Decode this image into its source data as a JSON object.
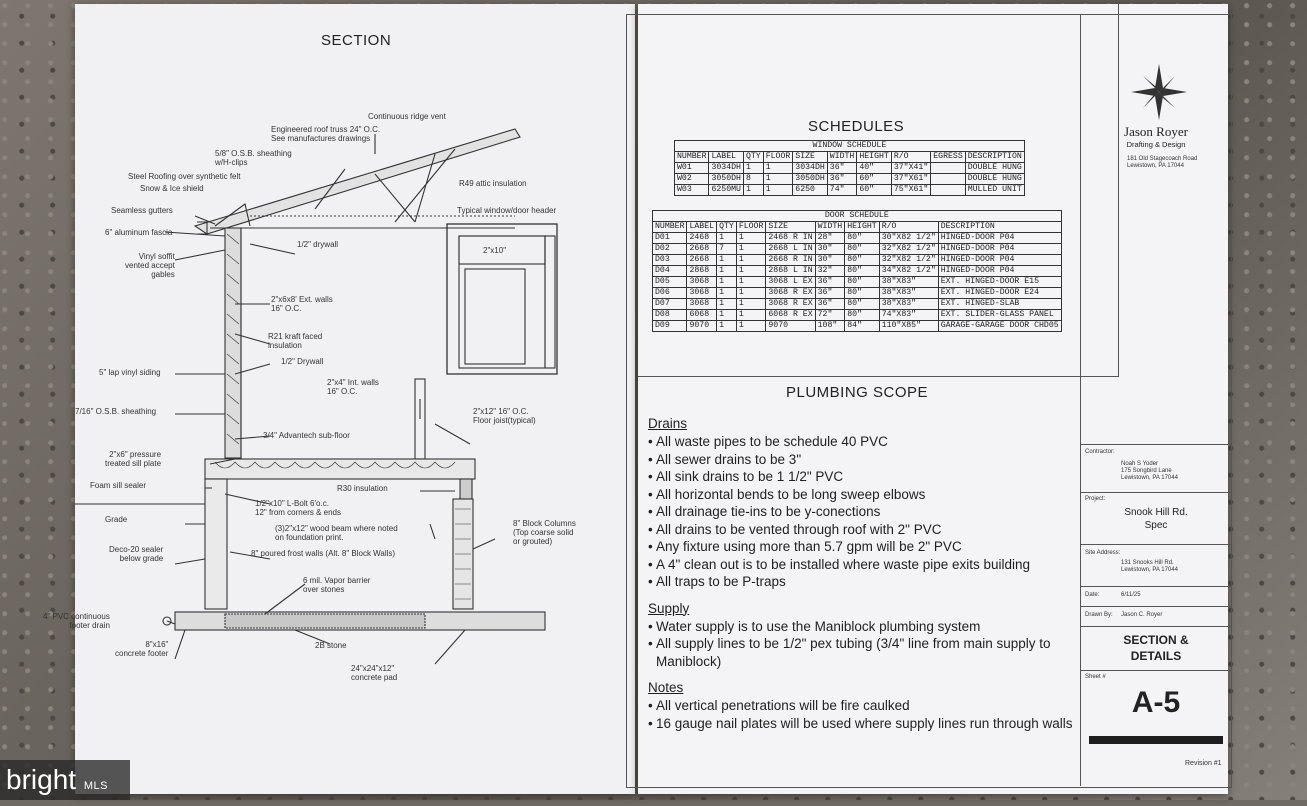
{
  "left": {
    "title": "SECTION",
    "labels": {
      "ridge_vent": "Continuous ridge vent",
      "truss": "Engineered roof truss 24\" O.C.\nSee manufactures drawings",
      "osb_sheathing": "5/8\" O.S.B. sheathing\nw/H-clips",
      "steel_roofing": "Steel Roofing over synthetic felt",
      "snow_ice": "Snow & Ice shield",
      "r49": "R49 attic insulation",
      "gutters": "Seamless gutters",
      "fascia": "6\" aluminum fascia",
      "drywall_ceiling": "1/2\" drywall",
      "soffit": "Vinyl soffit\nvented accept\ngables",
      "ext_walls": "2\"x6x8' Ext. walls\n16\" O.C.",
      "r21": "R21 kraft faced\ninsulation",
      "drywall_wall": "1/2\" Drywall",
      "siding": "5\" lap vinyl siding",
      "int_walls": "2\"x4\" Int. walls\n16\" O.C.",
      "osb_wall": "7/16\" O.S.B. sheathing",
      "joist": "2\"x12\" 16\" O.C.\nFloor joist(typical)",
      "subfloor": "3/4\" Advantech sub-floor",
      "sill_plate": "2\"x6\" pressure\ntreated sill plate",
      "r30": "R30 insulation",
      "foam": "Foam sill sealer",
      "lbolt": "1/2\"x10\" L-Bolt 6'o.c.\n12\" from corners & ends",
      "grade": "Grade",
      "beam": "(3)2\"x12\" wood beam where noted\non foundation print.",
      "block_columns": "8\" Block Columns\n(Top coarse solid\nor grouted)",
      "deco": "Deco-20 sealer\nbelow grade",
      "frost_walls": "8\" poured frost walls (Alt. 8\" Block Walls)",
      "vapor": "6 mil. Vapor barrier\nover stones",
      "pvc_drain": "4\" PVC continuous\nfooter drain",
      "footer": "8\"x16\"\nconcrete footer",
      "stone": "2B stone",
      "pad": "24\"x24\"x12\"\nconcrete pad",
      "window_header": "Typical window/door header",
      "header_size": "2\"x10\""
    }
  },
  "right": {
    "schedules_title": "SCHEDULES",
    "window_schedule": {
      "caption": "WINDOW SCHEDULE",
      "headers": [
        "NUMBER",
        "LABEL",
        "QTY",
        "FLOOR",
        "SIZE",
        "WIDTH",
        "HEIGHT",
        "R/O",
        "EGRESS",
        "DESCRIPTION"
      ],
      "rows": [
        [
          "W01",
          "3034DH",
          "1",
          "1",
          "3034DH",
          "36\"",
          "40\"",
          "37\"X41\"",
          "",
          "DOUBLE HUNG"
        ],
        [
          "W02",
          "3050DH",
          "8",
          "1",
          "3050DH",
          "36\"",
          "60\"",
          "37\"X61\"",
          "",
          "DOUBLE HUNG"
        ],
        [
          "W03",
          "6250MU",
          "1",
          "1",
          "6250",
          "74\"",
          "60\"",
          "75\"X61\"",
          "",
          "MULLED UNIT"
        ]
      ]
    },
    "door_schedule": {
      "caption": "DOOR SCHEDULE",
      "headers": [
        "NUMBER",
        "LABEL",
        "QTY",
        "FLOOR",
        "SIZE",
        "WIDTH",
        "HEIGHT",
        "R/O",
        "DESCRIPTION"
      ],
      "rows": [
        [
          "D01",
          "2468",
          "1",
          "1",
          "2468 R IN",
          "28\"",
          "80\"",
          "30\"X82 1/2\"",
          "HINGED-DOOR P04"
        ],
        [
          "D02",
          "2668",
          "7",
          "1",
          "2668 L IN",
          "30\"",
          "80\"",
          "32\"X82 1/2\"",
          "HINGED-DOOR P04"
        ],
        [
          "D03",
          "2668",
          "1",
          "1",
          "2668 R IN",
          "30\"",
          "80\"",
          "32\"X82 1/2\"",
          "HINGED-DOOR P04"
        ],
        [
          "D04",
          "2868",
          "1",
          "1",
          "2868 L IN",
          "32\"",
          "80\"",
          "34\"X82 1/2\"",
          "HINGED-DOOR P04"
        ],
        [
          "D05",
          "3068",
          "1",
          "1",
          "3068 L EX",
          "36\"",
          "80\"",
          "38\"X83\"",
          "EXT. HINGED-DOOR E15"
        ],
        [
          "D06",
          "3068",
          "1",
          "1",
          "3068 R EX",
          "36\"",
          "80\"",
          "38\"X83\"",
          "EXT. HINGED-DOOR E24"
        ],
        [
          "D07",
          "3068",
          "1",
          "1",
          "3068 R EX",
          "36\"",
          "80\"",
          "38\"X83\"",
          "EXT. HINGED-SLAB"
        ],
        [
          "D08",
          "6068",
          "1",
          "1",
          "6068 R EX",
          "72\"",
          "80\"",
          "74\"X83\"",
          "EXT. SLIDER-GLASS PANEL"
        ],
        [
          "D09",
          "9070",
          "1",
          "1",
          "9070",
          "108\"",
          "84\"",
          "110\"X85\"",
          "GARAGE-GARAGE DOOR CHD05"
        ]
      ]
    },
    "plumbing_title": "PLUMBING SCOPE",
    "drains_heading": "Drains",
    "drains": [
      "All waste pipes to be schedule 40 PVC",
      "All sewer drains to be 3\"",
      "All sink drains to be 1 1/2\" PVC",
      "All horizontal bends to be long sweep elbows",
      "All drainage tie-ins to be y-conections",
      "All drains to be vented through roof with 2\" PVC",
      "Any fixture using more than 5.7 gpm will be 2\" PVC",
      "A 4\" clean out is to be installed where waste pipe exits building",
      "All traps to be P-traps"
    ],
    "supply_heading": "Supply",
    "supply": [
      "Water supply is to use the Maniblock plumbing system",
      "All supply lines to be 1/2\" pex tubing (3/4\" line from main supply to Maniblock)"
    ],
    "notes_heading": "Notes",
    "notes": [
      "All vertical penetrations will be fire caulked",
      "16 gauge nail plates will be used where supply lines run through walls"
    ]
  },
  "title_block": {
    "company": "Jason Royer",
    "company_sub": "Drafting & Design",
    "company_addr": "181 Old Stagecoach Road\nLewistown, PA 17044",
    "contractor_label": "Contractor:",
    "contractor": "Noah S Yoder\n175 Songbird Lane\nLewistown, PA 17044",
    "project_label": "Project:",
    "project": "Snook Hill Rd.\nSpec",
    "site_label": "Site Address:",
    "site": "131 Snooks Hill Rd.\nLewistown, PA 17044",
    "date_label": "Date:",
    "date": "6/11/25",
    "drawn_label": "Drawn By:",
    "drawn": "Jason C. Royer",
    "sheet_title": "SECTION &\nDETAILS",
    "sheet_label": "Sheet #",
    "sheet_number": "A-5",
    "revision": "Revision #1"
  },
  "watermark": {
    "brand": "bright",
    "suffix": "MLS"
  }
}
